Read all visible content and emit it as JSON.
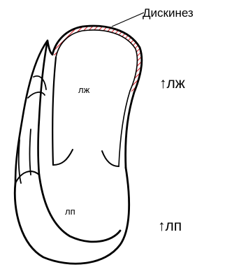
{
  "diagram": {
    "callout_label": "Дискинез",
    "lv_inner_label": "лж",
    "la_inner_label": "лп",
    "lv_side_label": "↑лж",
    "la_side_label": "↑лп"
  },
  "colors": {
    "outline": "#000000",
    "dyskinesis_hatch": "#d9232d",
    "background": "#ffffff"
  }
}
